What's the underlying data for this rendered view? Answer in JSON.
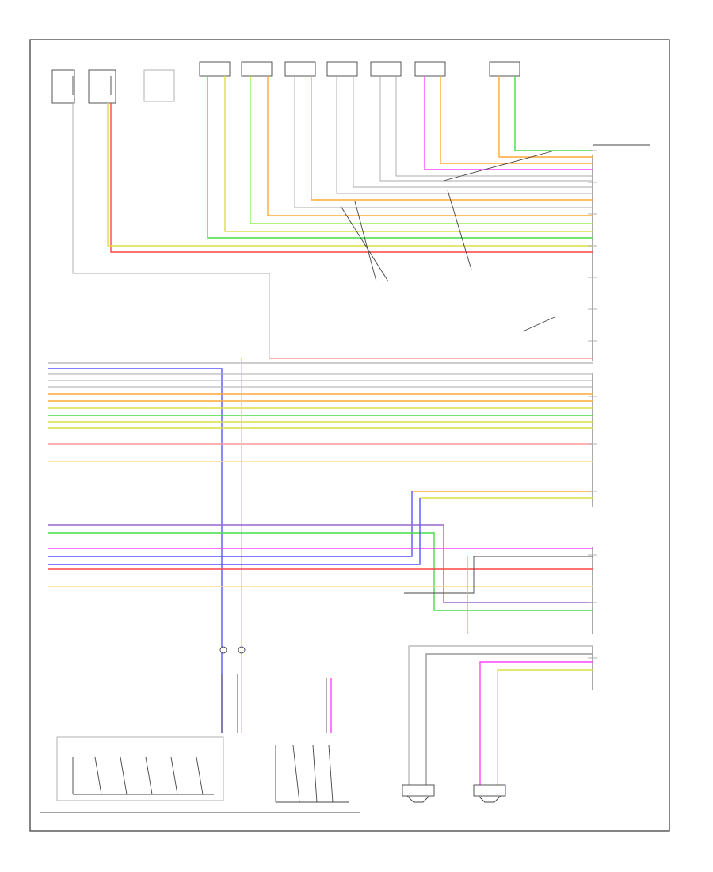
{
  "diagram": {
    "footer_code": "",
    "colors": {
      "red": "#ff4444",
      "green": "#44dd44",
      "yellow": "#dddd44",
      "blue": "#5555ff",
      "magenta": "#ff44ff",
      "orange": "#ffaa33",
      "pink": "#ff9999",
      "light_grey": "#bbbbbb",
      "purple": "#9966cc",
      "lime": "#99ee55"
    },
    "components": {
      "top_connectors": 7,
      "left_fuse_boxes": 2,
      "right_speakers": 2,
      "switch_groups": 1
    }
  }
}
